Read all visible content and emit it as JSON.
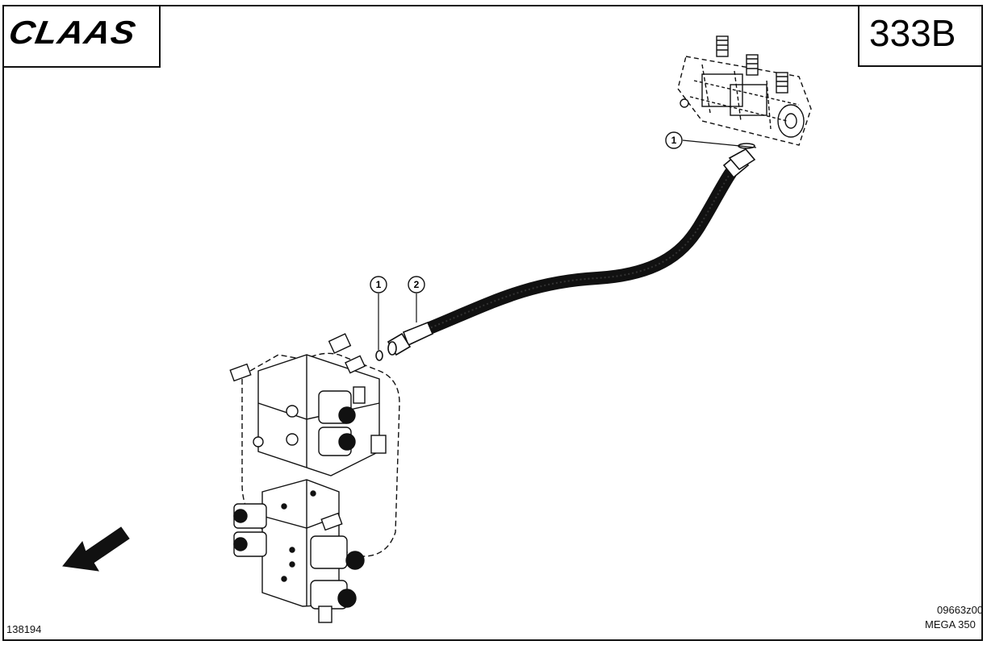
{
  "header": {
    "brand": "CLAAS",
    "page_code": "333B"
  },
  "footer": {
    "drawing_number": "09663z00",
    "model": "MEGA 350",
    "reference_number": "138194"
  },
  "callouts": [
    {
      "id": "callout-1-top",
      "label": "1"
    },
    {
      "id": "callout-1-left",
      "label": "1"
    },
    {
      "id": "callout-2",
      "label": "2"
    }
  ],
  "icons": {
    "direction_arrow": "arrow-down-left-icon"
  }
}
